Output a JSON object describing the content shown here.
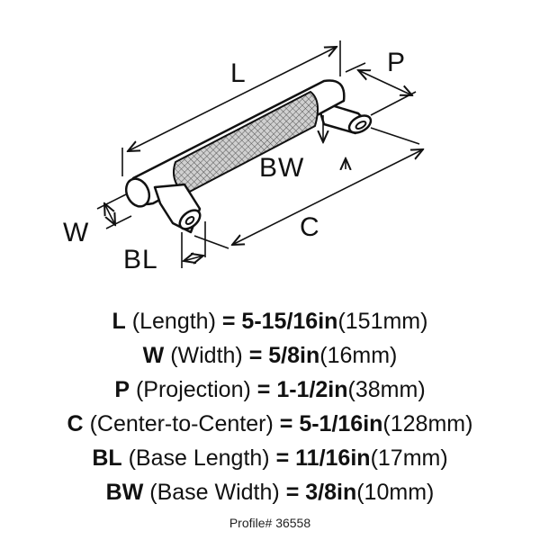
{
  "diagram": {
    "labels": {
      "L": "L",
      "P": "P",
      "W": "W",
      "BW": "BW",
      "C": "C",
      "BL": "BL"
    }
  },
  "specs": [
    {
      "abbr": "L",
      "name": "(Length)",
      "eq": "=",
      "imperial": "5-15/16in",
      "metric": "(151mm)"
    },
    {
      "abbr": "W",
      "name": "(Width)",
      "eq": "=",
      "imperial": "5/8in",
      "metric": "(16mm)"
    },
    {
      "abbr": "P",
      "name": "(Projection)",
      "eq": "=",
      "imperial": "1-1/2in",
      "metric": "(38mm)"
    },
    {
      "abbr": "C",
      "name": "(Center-to-Center)",
      "eq": "=",
      "imperial": "5-1/16in",
      "metric": "(128mm)"
    },
    {
      "abbr": "BL",
      "name": "(Base Length)",
      "eq": "=",
      "imperial": "11/16in",
      "metric": "(17mm)"
    },
    {
      "abbr": "BW",
      "name": "(Base Width)",
      "eq": "=",
      "imperial": "3/8in",
      "metric": "(10mm)"
    }
  ],
  "profile": "Profile# 36558",
  "colors": {
    "line": "#111111",
    "knurl": "#bdbdbd",
    "background": "#ffffff"
  }
}
